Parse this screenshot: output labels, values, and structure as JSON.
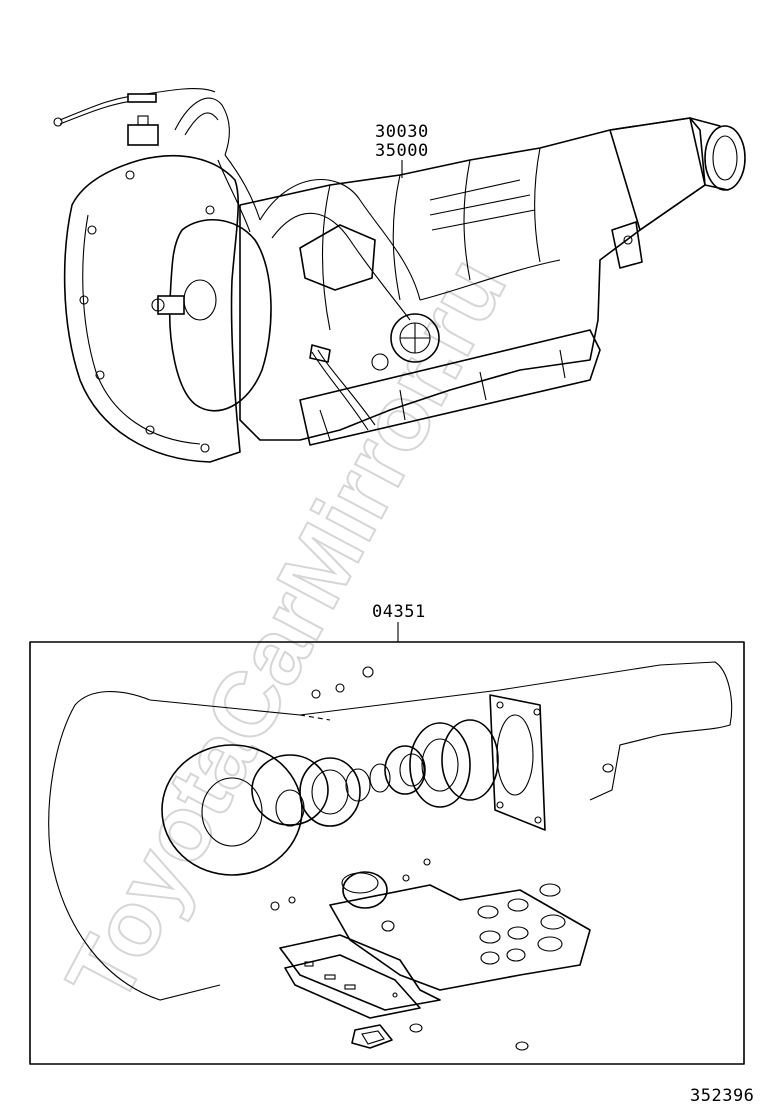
{
  "watermark": "ToyotaCarMirror.ru",
  "callouts": {
    "transmission_assembly": [
      "30030",
      "35000"
    ],
    "gasket_kit": "04351"
  },
  "figure_number": "352396"
}
